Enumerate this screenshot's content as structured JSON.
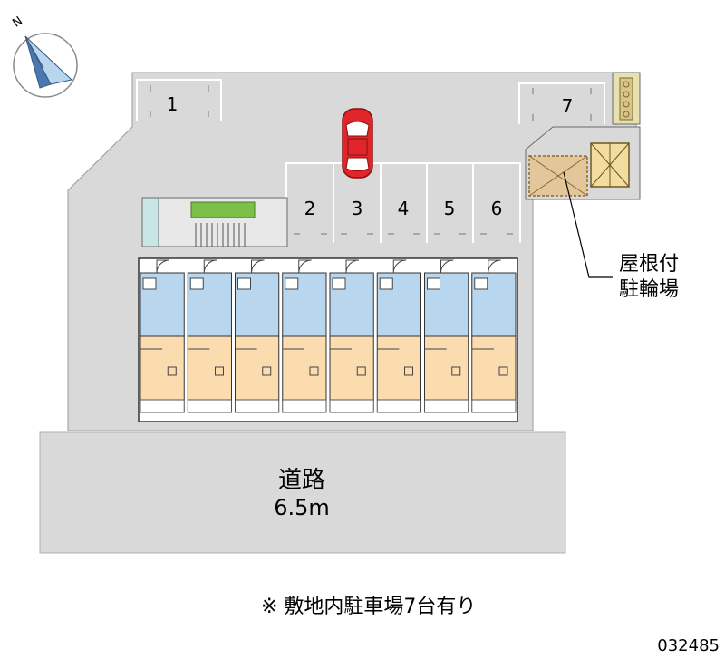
{
  "compass": {
    "north_label": "N",
    "icon": "north-arrow-icon"
  },
  "parking": {
    "spaces": [
      "1",
      "2",
      "3",
      "4",
      "5",
      "6",
      "7"
    ],
    "occupied_space": "3",
    "car_color": "#e0262b",
    "car_icon": "car-icon"
  },
  "bicycle_parking": {
    "label_line1": "屋根付",
    "label_line2": "駐輪場"
  },
  "road": {
    "name": "道路",
    "width": "6.5m"
  },
  "building": {
    "unit_count": 8,
    "unit_floor_color": "#fbdcaf",
    "wet_area_color": "#b9d6ef"
  },
  "site": {
    "lot_color": "#d9d9d9",
    "road_color": "#d9d9d9"
  },
  "footer": {
    "note": "※ 敷地内駐車場7台有り",
    "property_id": "032485"
  }
}
